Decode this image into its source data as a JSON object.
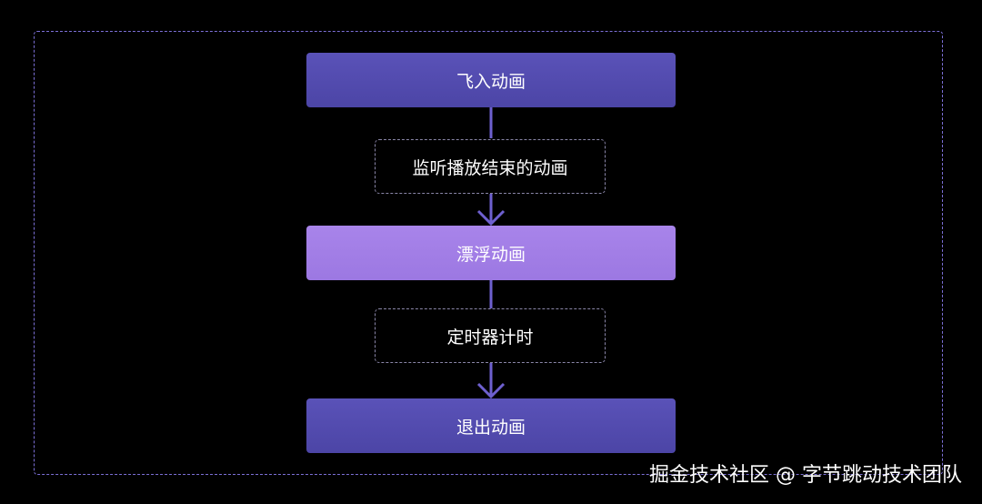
{
  "diagram": {
    "steps": [
      {
        "label": "飞入动画"
      },
      {
        "label": "漂浮动画"
      },
      {
        "label": "退出动画"
      }
    ],
    "transitions": [
      {
        "label": "监听播放结束的动画"
      },
      {
        "label": "定时器计时"
      }
    ]
  },
  "watermark": {
    "text": "掘金技术社区 @ 字节跳动技术团队"
  },
  "colors": {
    "background": "#000000",
    "frame_border": "#7b6fd6",
    "step_dark": "#524aaf",
    "step_light": "#a27eeb",
    "connector": "#6e60cf",
    "event_border": "#8a86a8",
    "text": "#ffffff"
  }
}
